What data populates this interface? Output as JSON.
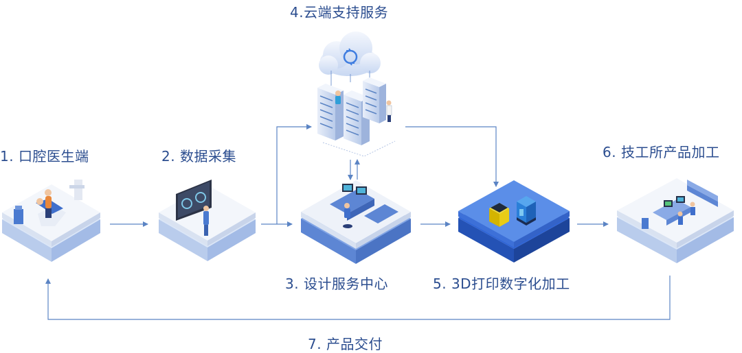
{
  "steps": {
    "s1": "1. 口腔医生端",
    "s2": "2. 数据采集",
    "s3": "3. 设计服务中心",
    "s4": "4.云端支持服务",
    "s5": "5. 3D打印数字化加工",
    "s6": "6. 技工所产品加工",
    "s7": "7. 产品交付"
  },
  "colors": {
    "text": "#2b4d8f",
    "arrow": "#5b84c4",
    "platform_light": "#eef2f9",
    "platform_blue": "#4f7fd6",
    "accent": "#2e64d6"
  }
}
